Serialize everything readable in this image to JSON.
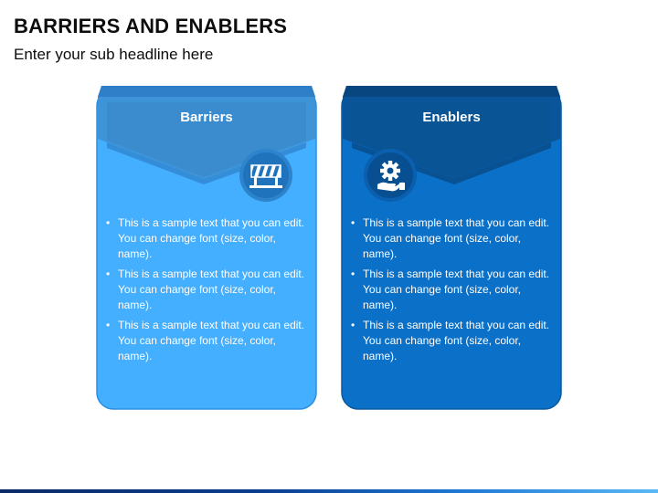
{
  "header": {
    "title": "BARRIERS AND ENABLERS",
    "subtitle": "Enter your sub headline here"
  },
  "cards": [
    {
      "title": "Barriers",
      "icon": "barrier-icon",
      "body_color": "#44aeff",
      "header_color": "#3f94d8",
      "bullets": [
        "This is a sample text that you can edit. You can change font (size, color, name).",
        "This is a sample text that you can edit. You can change font (size, color, name).",
        "This is a sample text that you can edit. You can change font (size, color, name)."
      ]
    },
    {
      "title": "Enablers",
      "icon": "gear-hand-icon",
      "body_color": "#0a70c8",
      "header_color": "#0a5499",
      "bullets": [
        "This is a sample text that you can edit. You can change font (size, color, name).",
        "This is a sample text that you can edit. You can change font (size, color, name).",
        "This is a sample text that you can edit. You can change font (size, color, name)."
      ]
    }
  ]
}
